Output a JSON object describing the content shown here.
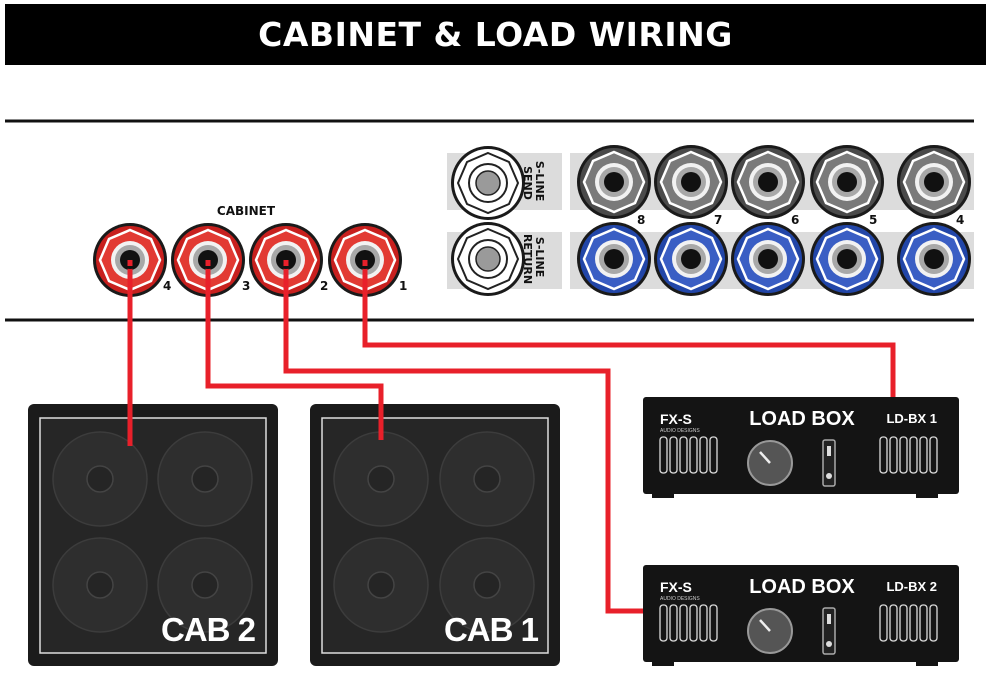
{
  "title": "CABINET & LOAD WIRING",
  "panel": {
    "cabinet_label": "CABINET",
    "cabinet_jacks": [
      "4",
      "3",
      "2",
      "1"
    ],
    "sline_send_label": [
      "S-LINE",
      "SEND"
    ],
    "sline_return_label": [
      "S-LINE",
      "RETURN"
    ],
    "loop_numbers": [
      "8",
      "7",
      "6",
      "5",
      "4"
    ]
  },
  "cabinets": [
    {
      "label": "CAB 2"
    },
    {
      "label": "CAB 1"
    }
  ],
  "load_boxes": [
    {
      "brand": "FX-S",
      "brand_sub": "AUDIO DESIGNS",
      "name": "LOAD BOX",
      "model": "LD-BX 1"
    },
    {
      "brand": "FX-S",
      "brand_sub": "AUDIO DESIGNS",
      "name": "LOAD BOX",
      "model": "LD-BX 2"
    }
  ],
  "colors": {
    "cable": "#e8202a",
    "jack_red": "#c8201e",
    "jack_blue": "#2246a8",
    "jack_gray": "#6a6a6a",
    "panel_stripe": "#dcdcdc"
  }
}
